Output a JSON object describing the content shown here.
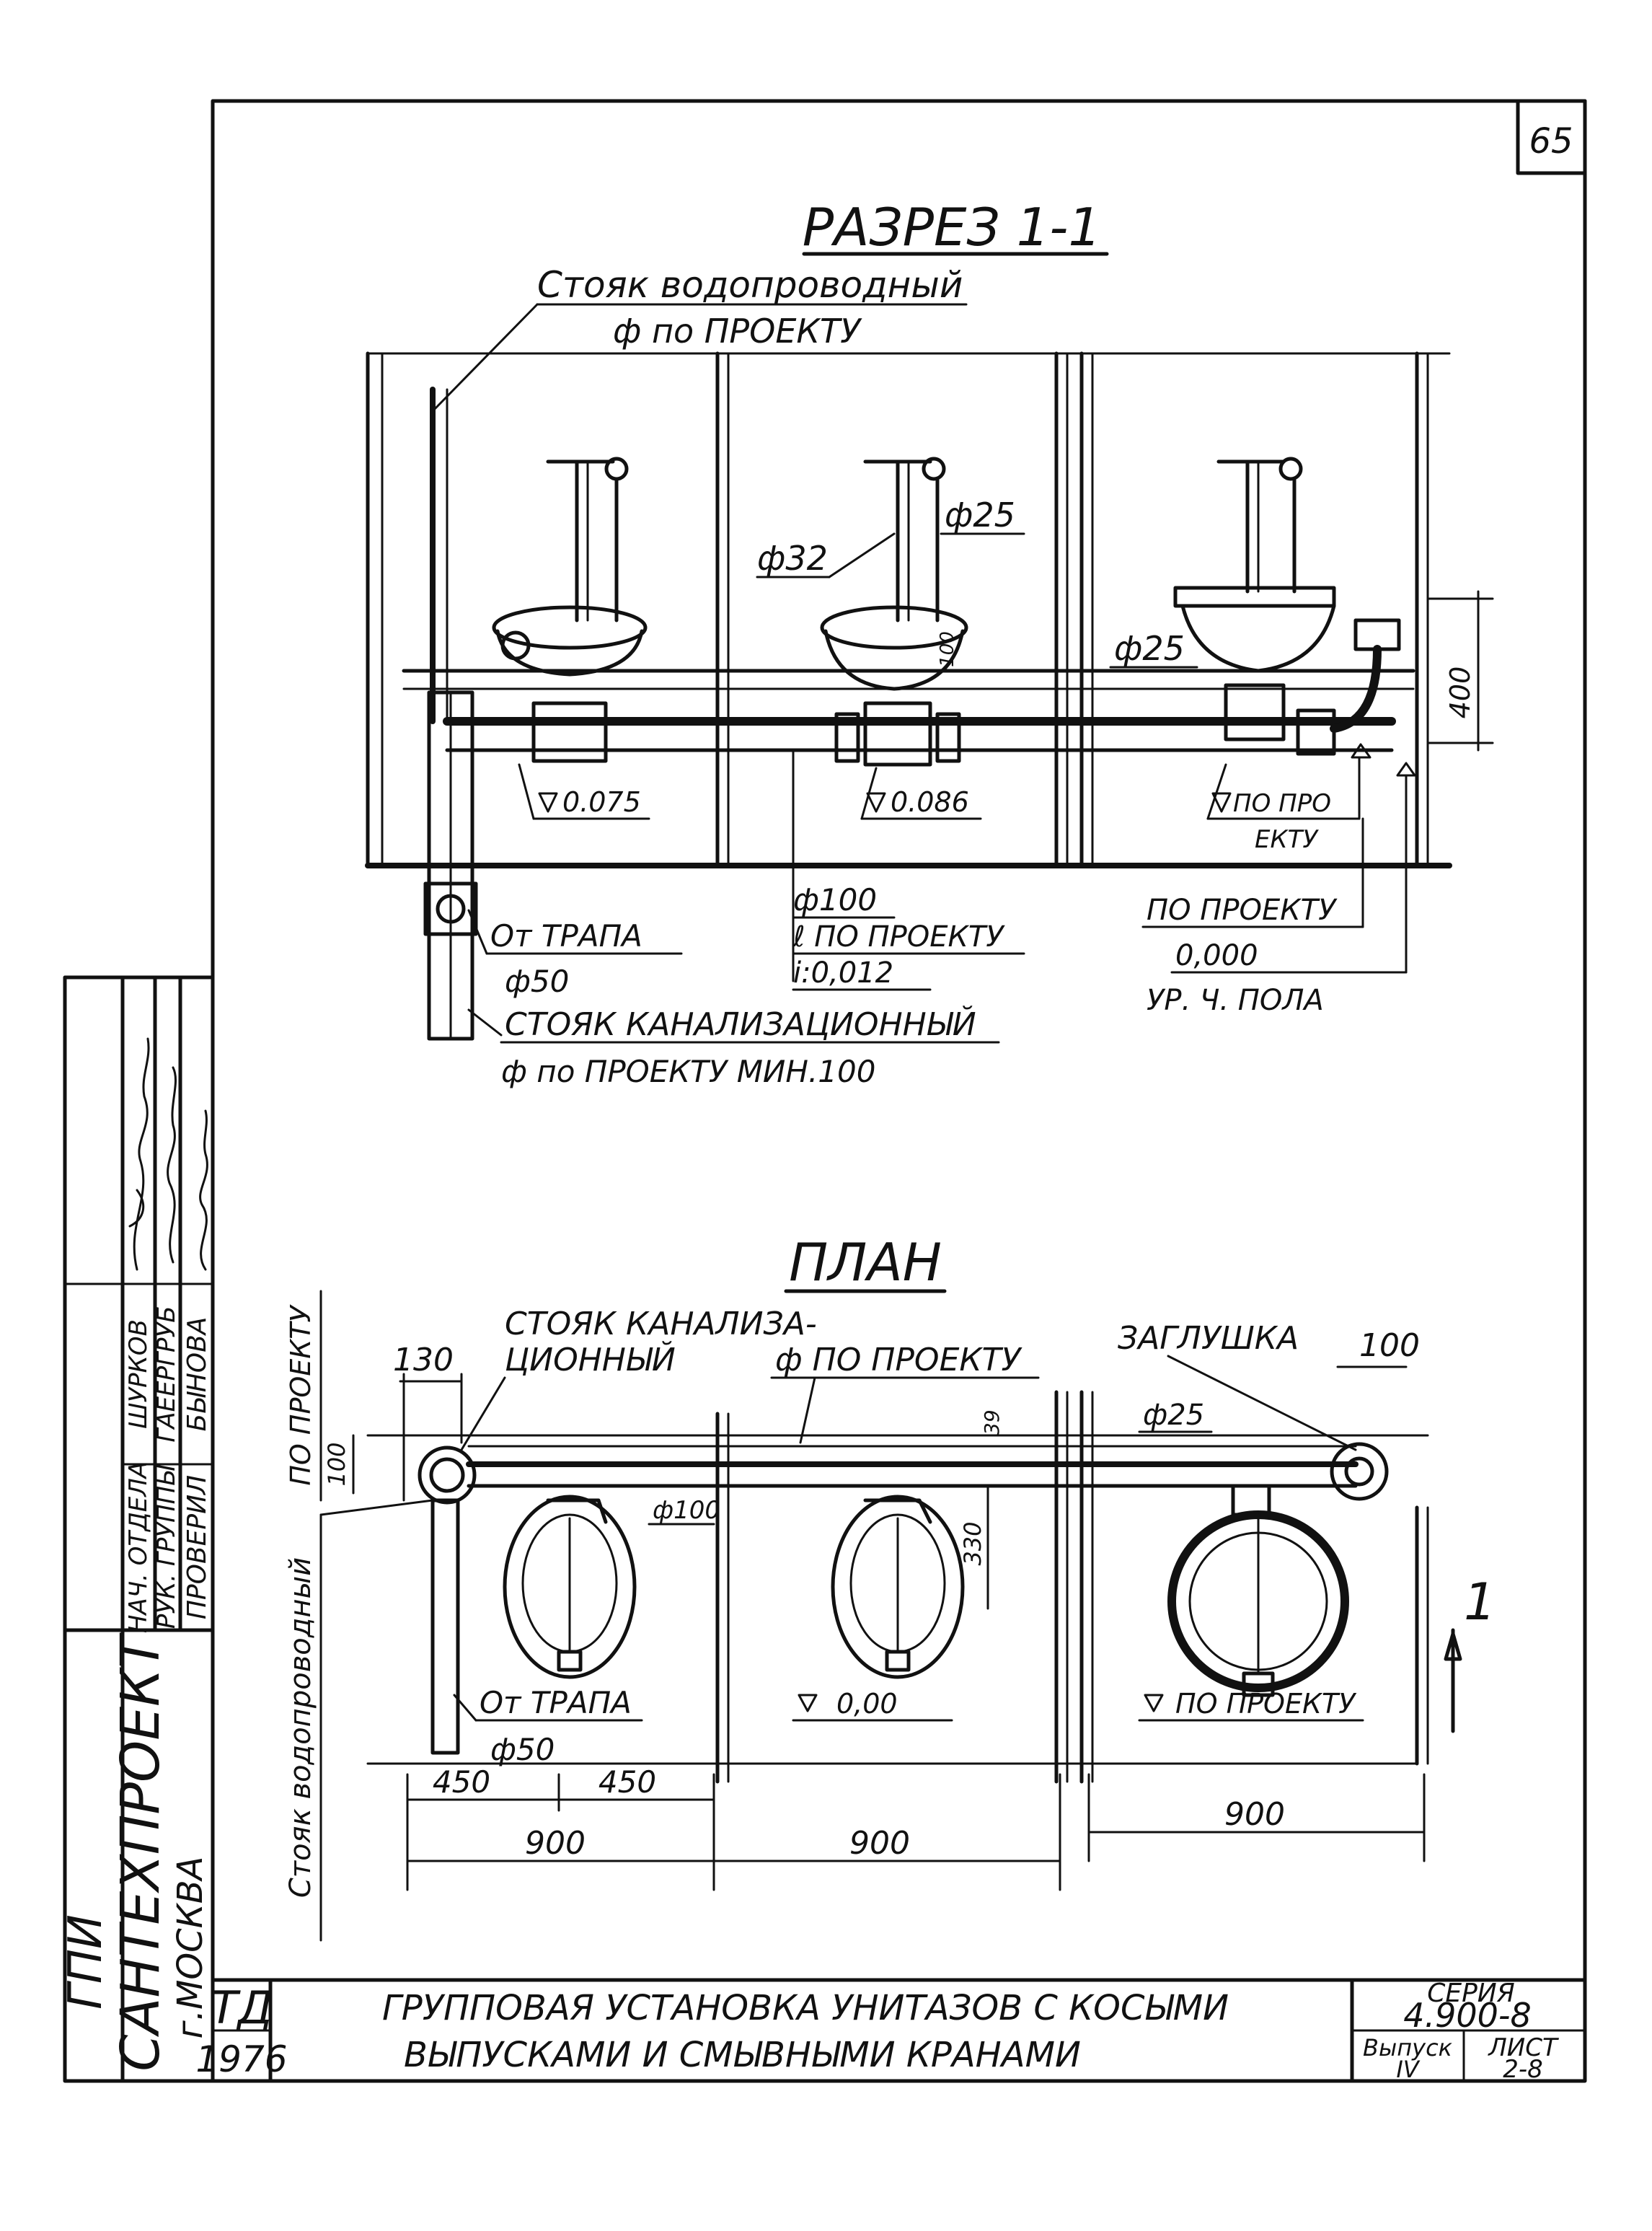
{
  "sheet_number": "65",
  "section": {
    "title": "РАЗРЕЗ 1-1",
    "water_riser_title": "Стояк водопроводный",
    "water_riser_dia": "ф по ПРОЕКТУ",
    "dia_32": "ф32",
    "dia_25_a": "ф25",
    "dia_25_b": "ф25",
    "dim_400": "400",
    "dim_small": "100",
    "level_1": "0.075",
    "level_2": "0.086",
    "level_3_line1": "ПО ПРО",
    "level_3_line2": "ЕКТУ",
    "drain_label": "От ТРАПА",
    "drain_dia": "ф50",
    "pipe_dia": "ф100",
    "pipe_len": "ℓ ПО ПРОЕКТУ",
    "pipe_slope": "i:0,012",
    "floor_ref_1": "ПО ПРОЕКТУ",
    "floor_ref_2": "0,000",
    "floor_ref_3": "УР. Ч. ПОЛА",
    "sewer_riser_title": "СТОЯК КАНАЛИЗАЦИОННЫЙ",
    "sewer_riser_dia": "ф по ПРОЕКТУ МИН.100"
  },
  "plan": {
    "title": "ПЛАН",
    "sewer_riser_line1": "СТОЯК КАНАЛИЗА-",
    "sewer_riser_line2": "ЦИОННЫЙ",
    "pipe_dia": "ф ПО ПРОЕКТУ",
    "plug": "ЗАГЛУШКА",
    "dim_130": "130",
    "dim_100_left": "100",
    "dim_100_right": "100",
    "dim_39": "39",
    "dim_330": "330",
    "dia_100": "ф100",
    "dia_25": "ф25",
    "by_project_vertical": "ПО ПРОЕКТУ",
    "water_riser_vertical": "Стояк водопроводный",
    "drain_label": "От ТРАПА",
    "drain_dia": "ф50",
    "level_center": "0,00",
    "level_right": "ПО ПРОЕКТУ",
    "dim_450_a": "450",
    "dim_450_b": "450",
    "dim_900_a": "900",
    "dim_900_b": "900",
    "dim_900_c": "900",
    "section_mark": "1"
  },
  "stamp": {
    "org_line1": "ГПИ",
    "org_line2": "САНТЕХПРОЕКТ",
    "org_line3": "г.МОСКВА",
    "role_1": "НАЧ. ОТДЕЛА",
    "name_1": "ШУРКОВ",
    "role_2": "РУК. ГРУППЫ",
    "name_2": "ГАЕЕРГРУБ",
    "role_3": "ПРОВЕРИЛ",
    "name_3": "БЫНОВА"
  },
  "title_block": {
    "td": "ТД",
    "year": "1976",
    "title_line1": "ГРУППОВАЯ УСТАНОВКА УНИТАЗОВ С КОСЫМИ",
    "title_line2": "ВЫПУСКАМИ И СМЫВНЫМИ КРАНАМИ",
    "series_label": "СЕРИЯ",
    "series_value": "4.900-8",
    "issue_label": "Выпуск",
    "issue_value": "IV",
    "sheet_label": "ЛИСТ",
    "sheet_value": "2-8"
  }
}
